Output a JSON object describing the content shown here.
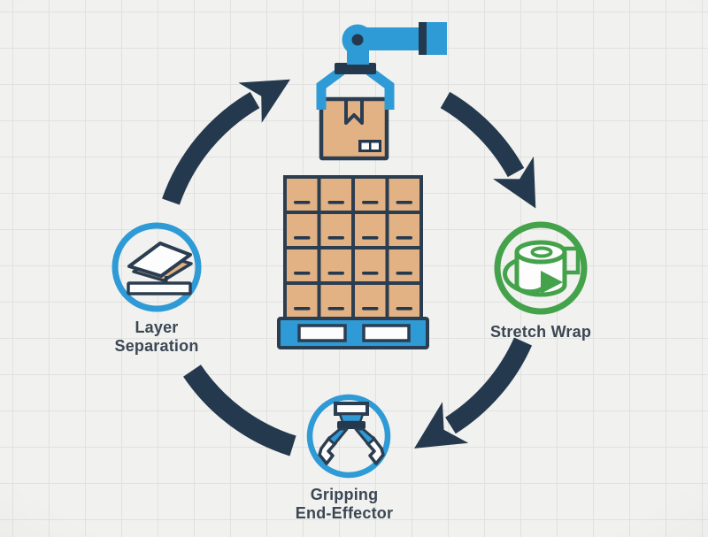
{
  "colors": {
    "background": "#f1f1ef",
    "grid_line": "#e1e1df",
    "navy": "#25394e",
    "outline": "#2b3d50",
    "blue": "#2e9ad6",
    "green": "#43a24a",
    "cardboard": "#e2b284",
    "white": "#fdfdfd",
    "label_text": "#3b4754"
  },
  "cycle": {
    "direction": "clockwise",
    "arrow_color": "#25394e",
    "segments": [
      "layer-separation-to-robot-arm",
      "robot-arm-to-stretch-wrap",
      "stretch-wrap-to-gripper",
      "gripper-to-layer-separation"
    ]
  },
  "nodes": {
    "robot_arm": {
      "position": "top",
      "icon": "robot-arm-carrying-box-icon"
    },
    "stretch_wrap": {
      "position": "right",
      "icon": "stretch-wrap-roll-icon",
      "ring_color": "#43a24a",
      "line1": "Stretch Wrap"
    },
    "gripping": {
      "position": "bottom",
      "icon": "gripper-claw-icon",
      "ring_color": "#2e9ad6",
      "line1": "Gripping",
      "line2": "End-Effector"
    },
    "layer_separation": {
      "position": "left",
      "icon": "layer-sheets-icon",
      "ring_color": "#2e9ad6",
      "line1": "Layer",
      "line2": "Separation"
    },
    "pallet_load": {
      "position": "center",
      "icon": "palletized-boxes-icon",
      "box_rows": 4,
      "box_columns": 4
    }
  }
}
